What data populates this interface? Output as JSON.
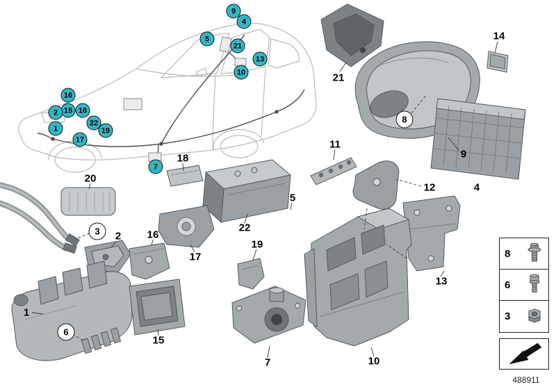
{
  "diagram": {
    "id": "488911"
  },
  "colors": {
    "callout_teal": "#35b6c4"
  },
  "car_callouts": [
    {
      "label": "9"
    },
    {
      "label": "4"
    },
    {
      "label": "5"
    },
    {
      "label": "21"
    },
    {
      "label": "13"
    },
    {
      "label": "10"
    },
    {
      "label": "16"
    },
    {
      "label": "15"
    },
    {
      "label": "18"
    },
    {
      "label": "2"
    },
    {
      "label": "22"
    },
    {
      "label": "1"
    },
    {
      "label": "19"
    },
    {
      "label": "17"
    },
    {
      "label": "7"
    }
  ],
  "fastener_callouts": [
    {
      "label": "8"
    },
    {
      "label": "3"
    },
    {
      "label": "6"
    }
  ],
  "part_labels": [
    {
      "label": "21"
    },
    {
      "label": "14"
    },
    {
      "label": "9"
    },
    {
      "label": "4"
    },
    {
      "label": "11"
    },
    {
      "label": "12"
    },
    {
      "label": "18"
    },
    {
      "label": "20"
    },
    {
      "label": "5"
    },
    {
      "label": "22"
    },
    {
      "label": "2"
    },
    {
      "label": "16"
    },
    {
      "label": "17"
    },
    {
      "label": "19"
    },
    {
      "label": "13"
    },
    {
      "label": "1"
    },
    {
      "label": "15"
    },
    {
      "label": "7"
    },
    {
      "label": "10"
    }
  ],
  "legend": {
    "items": [
      {
        "label": "8",
        "icon": "flange-bolt-icon"
      },
      {
        "label": "6",
        "icon": "pan-head-screw-icon"
      },
      {
        "label": "3",
        "icon": "hex-nut-icon"
      }
    ]
  }
}
